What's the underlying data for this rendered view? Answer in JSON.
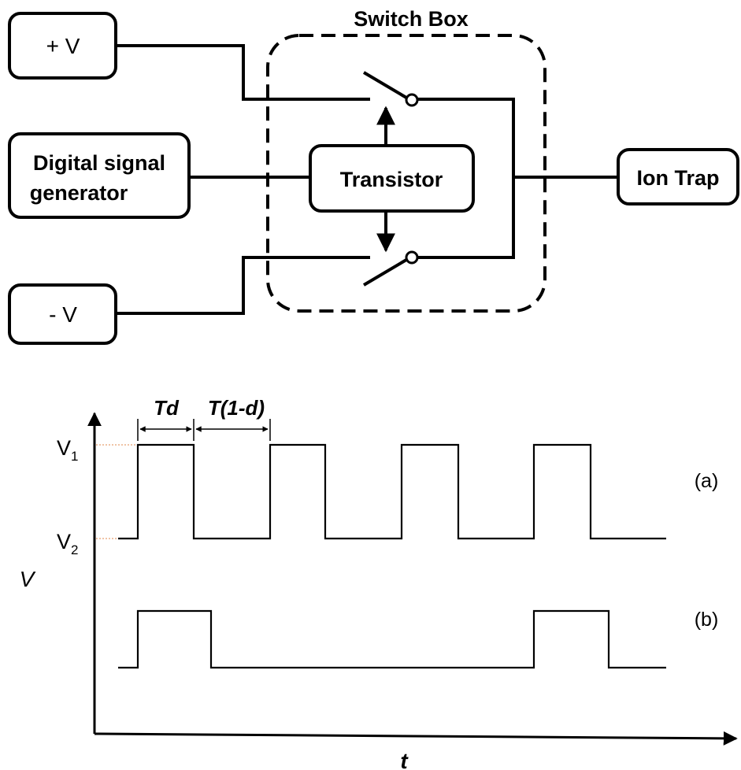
{
  "circuit": {
    "switch_box_title": "Switch Box",
    "plus_v": "+ V",
    "minus_v": "- V",
    "signal_generator_line1": "Digital signal",
    "signal_generator_line2": "generator",
    "transistor": "Transistor",
    "ion_trap": "Ion Trap"
  },
  "waveform": {
    "y_axis_label": "V",
    "x_axis_label": "t",
    "v1_label": "V",
    "v1_sub": "1",
    "v2_label": "V",
    "v2_sub": "2",
    "td_label": "Td",
    "t1d_label": "T(1-d)",
    "trace_a_label": "(a)",
    "trace_b_label": "(b)"
  },
  "colors": {
    "line": "#000000",
    "guide_dotted": "#e8a070"
  }
}
